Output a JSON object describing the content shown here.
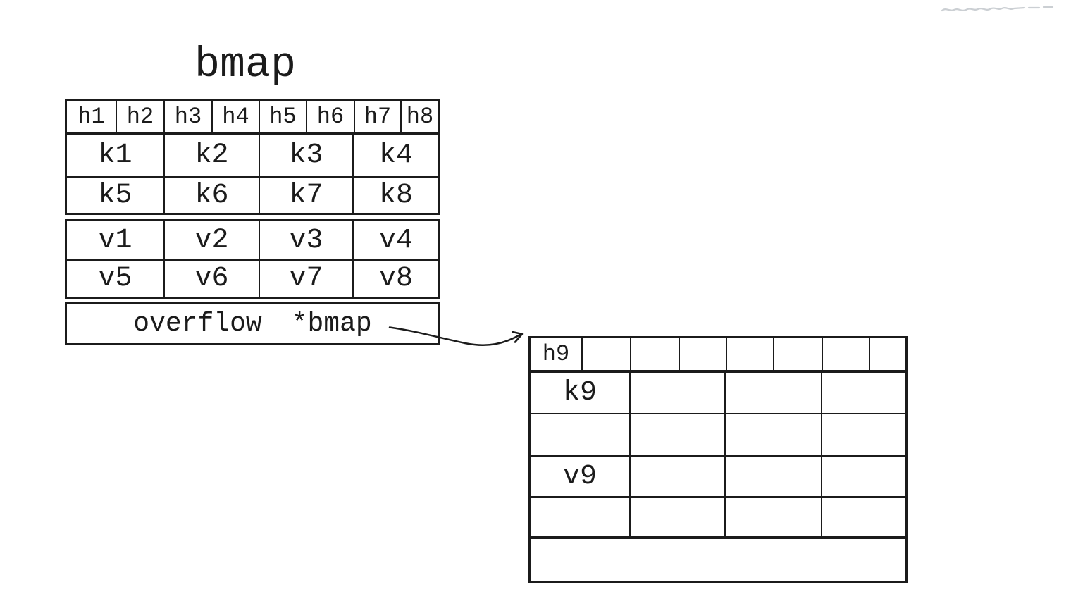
{
  "title": "bmap",
  "colors": {
    "stroke": "#1b1b1b",
    "background": "#ffffff",
    "scribble": "#b5bac0"
  },
  "icons": {
    "arrow": "curved-right-arrow",
    "scribble": "faint-illegible-handwriting"
  },
  "bucket_main": {
    "tophash": [
      "h1",
      "h2",
      "h3",
      "h4",
      "h5",
      "h6",
      "h7",
      "h8"
    ],
    "key_rows": [
      [
        "k1",
        "k2",
        "k3",
        "k4"
      ],
      [
        "k5",
        "k6",
        "k7",
        "k8"
      ]
    ],
    "value_rows": [
      [
        "v1",
        "v2",
        "v3",
        "v4"
      ],
      [
        "v5",
        "v6",
        "v7",
        "v8"
      ]
    ],
    "overflow_label": "overflow",
    "overflow_type": "*bmap"
  },
  "bucket_overflow": {
    "tophash": [
      "h9",
      "",
      "",
      "",
      "",
      "",
      "",
      ""
    ],
    "key_rows": [
      [
        "k9",
        "",
        "",
        ""
      ],
      [
        "",
        "",
        "",
        ""
      ]
    ],
    "value_rows": [
      [
        "v9",
        "",
        "",
        ""
      ],
      [
        "",
        "",
        "",
        ""
      ]
    ],
    "overflow_label": ""
  }
}
